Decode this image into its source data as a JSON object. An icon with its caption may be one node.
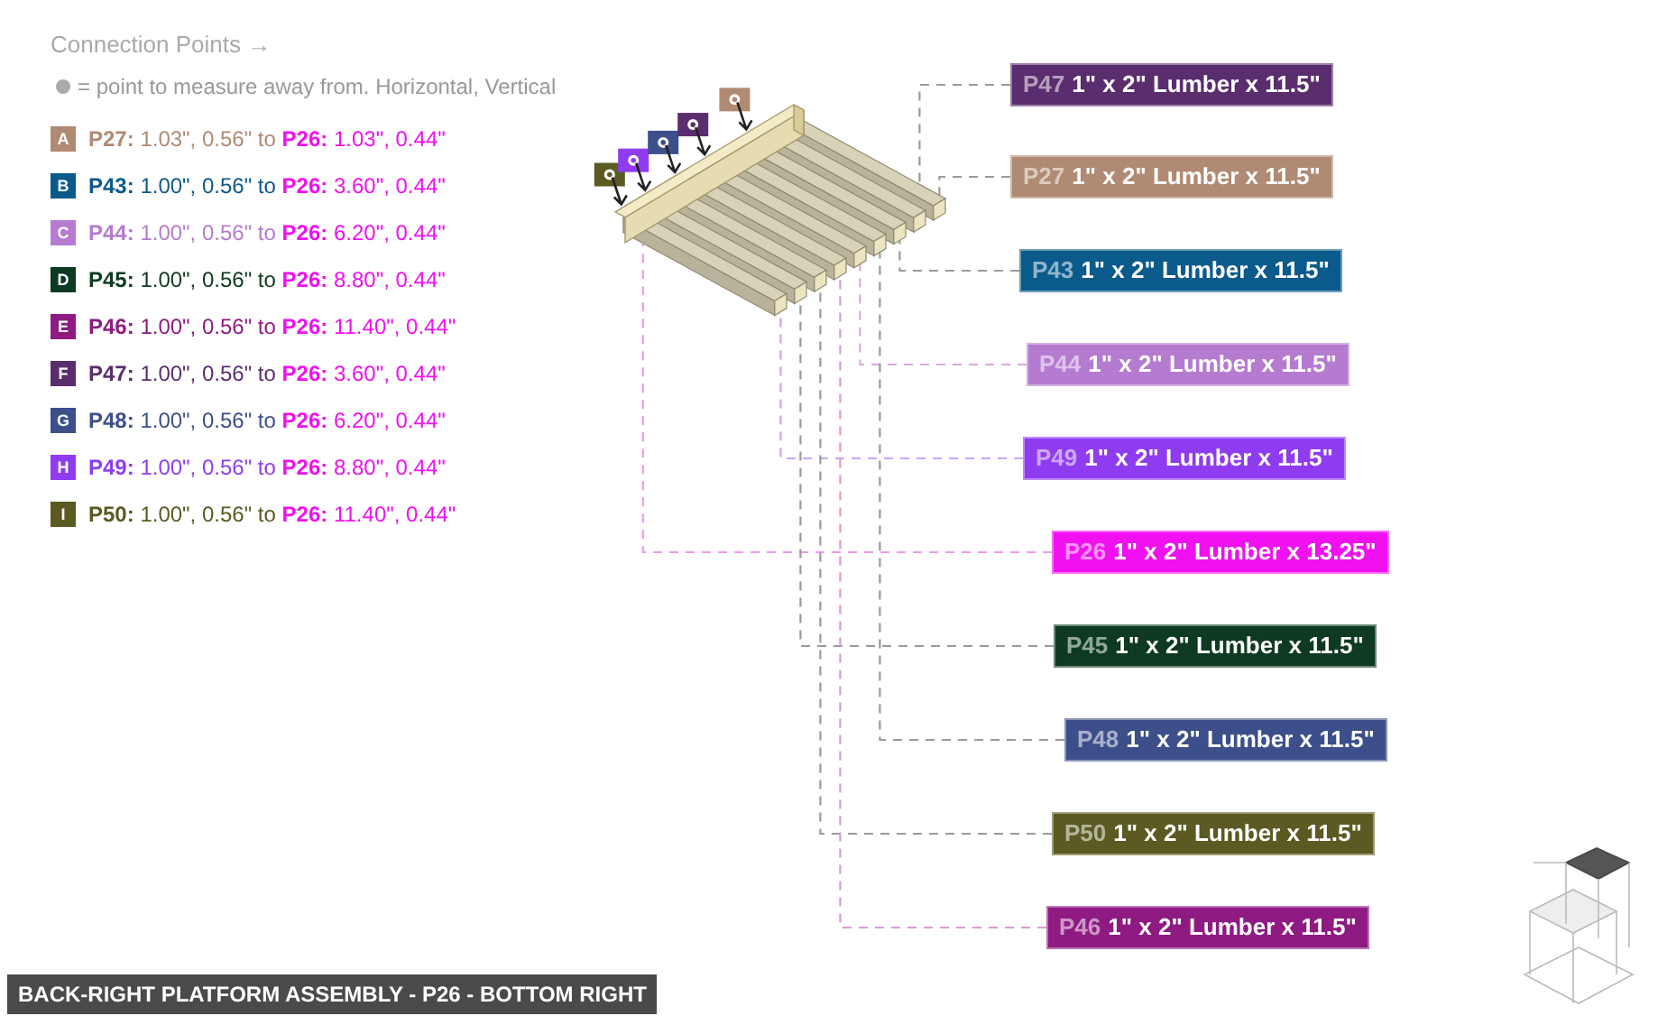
{
  "diagram": {
    "title": "BACK-RIGHT PLATFORM ASSEMBLY - P26 - BOTTOM RIGHT",
    "nodes": [
      {
        "text": [
          "P47",
          "1\" x 2\" Lumber x 11.5\""
        ]
      },
      {
        "text": [
          "P27",
          "1\" x 2\" Lumber x 11.5\""
        ]
      },
      {
        "text": [
          "P43",
          "1\" x 2\" Lumber x 11.5\""
        ]
      },
      {
        "text": [
          "P44",
          "1\" x 2\" Lumber x 11.5\""
        ]
      },
      {
        "text": [
          "P49",
          "1\" x 2\" Lumber x 11.5\""
        ]
      },
      {
        "text": [
          "P26",
          "1\" x 2\" Lumber x 13.25\""
        ]
      },
      {
        "text": [
          "P45",
          "1\" x 2\" Lumber x 11.5\""
        ]
      },
      {
        "text": [
          "P48",
          "1\" x 2\" Lumber x 11.5\""
        ]
      },
      {
        "text": [
          "P50",
          "1\" x 2\" Lumber x 11.5\""
        ]
      },
      {
        "text": [
          "P46",
          "1\" x 2\" Lumber x 11.5\""
        ]
      },
      {
        "text": [],
        "shape": "bar"
      },
      {
        "text": [],
        "shape": "bar"
      },
      {
        "text": [],
        "shape": "bar"
      },
      {
        "text": [],
        "shape": "bar"
      },
      {
        "text": [],
        "shape": "bar"
      },
      {
        "text": [],
        "shape": "bar"
      },
      {
        "text": [],
        "shape": "bar"
      },
      {
        "text": [],
        "shape": "bar"
      },
      {
        "text": [],
        "shape": "bar"
      },
      {
        "text": [],
        "shape": "bar"
      }
    ],
    "edges": [
      {
        "from": 0,
        "to": 18,
        "arrow": "none",
        "style": "dashed"
      },
      {
        "from": 1,
        "to": 19,
        "arrow": "none",
        "style": "dashed"
      },
      {
        "from": 2,
        "to": 17,
        "arrow": "none",
        "style": "dashed"
      },
      {
        "from": 3,
        "to": 15,
        "arrow": "none",
        "style": "dashed",
        "color": "#dda6e0"
      },
      {
        "from": 4,
        "to": 11,
        "arrow": "none",
        "style": "dashed",
        "color": "#c8a6f0"
      },
      {
        "from": 5,
        "to": 10,
        "arrow": "none",
        "style": "dashed",
        "color": "#ee99ee"
      },
      {
        "from": 6,
        "to": 12,
        "arrow": "none",
        "style": "dashed"
      },
      {
        "from": 7,
        "to": 16,
        "arrow": "none",
        "style": "dashed"
      },
      {
        "from": 8,
        "to": 13,
        "arrow": "none",
        "style": "dashed"
      },
      {
        "from": 9,
        "to": 14,
        "arrow": "none",
        "style": "dashed",
        "color": "#dd99d0"
      }
    ],
    "labels": [
      "Connection Points →",
      "= point to measure away from. Horizontal, Vertical",
      "A",
      "B",
      "C",
      "D",
      "E",
      "F",
      "G",
      "H",
      "I"
    ],
    "legend": [
      {
        "text": "**P27:** 1.03\", 0.56\" to **P26:** 1.03\", 0.44\"",
        "color": "#b08a72"
      },
      {
        "text": "**P43:** 1.00\", 0.56\" to **P26:** 3.60\", 0.44\"",
        "color": "#0b5a8c"
      },
      {
        "text": "**P44:** 1.00\", 0.56\" to **P26:** 6.20\", 0.44\"",
        "color": "#b57bd0"
      },
      {
        "text": "**P45:** 1.00\", 0.56\" to **P26:** 8.80\", 0.44\"",
        "color": "#0e3a22"
      },
      {
        "text": "**P46:** 1.00\", 0.56\" to **P26:** 11.40\", 0.44\"",
        "color": "#8e1a82"
      },
      {
        "text": "**P47:** 1.00\", 0.56\" to **P26:** 3.60\", 0.44\"",
        "color": "#5a2d6e"
      },
      {
        "text": "**P48:** 1.00\", 0.56\" to **P26:** 6.20\", 0.44\"",
        "color": "#3c4f8a"
      },
      {
        "text": "**P49:** 1.00\", 0.56\" to **P26:** 8.80\", 0.44\"",
        "color": "#8f3cf0"
      },
      {
        "text": "**P50:** 1.00\", 0.56\" to **P26:** 11.40\", 0.44\"",
        "color": "#5a5a22"
      }
    ]
  }
}
